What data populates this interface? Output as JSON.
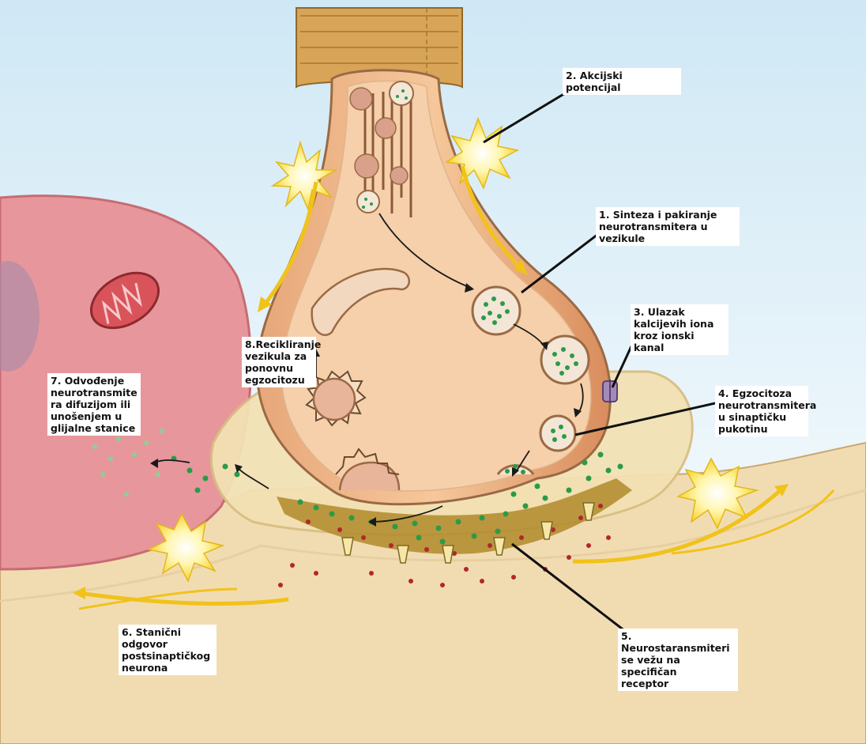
{
  "labels": {
    "l1": "1. Sinteza i pakiranje\nneurotransmitera u vezikule",
    "l2": "2. Akcijski potencijal",
    "l3": "3. Ulazak\nkalcijevih iona\nkroz ionski kanal",
    "l4": "4. Egzocitoza\nneurotransmitera\nu sinaptičku\npukotinu",
    "l5": "5. Neurostaransmiteri\nse vežu na specifičan\nreceptor",
    "l6": "6. Stanični odgovor\npostsinaptičkog\nneurona",
    "l7": "7. Odvođenje\nneurotransmite\nra difuzijom ili\nunošenjem u\nglijalne stanice",
    "l8": "8.Recikliranje\nvezikula za\nponovnu\negzocitozu"
  },
  "colors": {
    "axon": "#d9a45a",
    "terminal": "#e8a77e",
    "cytoplasm": "#f4cfa8",
    "postsynaptic": "#f1dcb2",
    "glia": "#e38b93",
    "cleft": "#b08a2a",
    "transmitter_green": "#2c9a48",
    "transmitter_red": "#b3262d",
    "signal_yellow": "#f4c51a"
  }
}
